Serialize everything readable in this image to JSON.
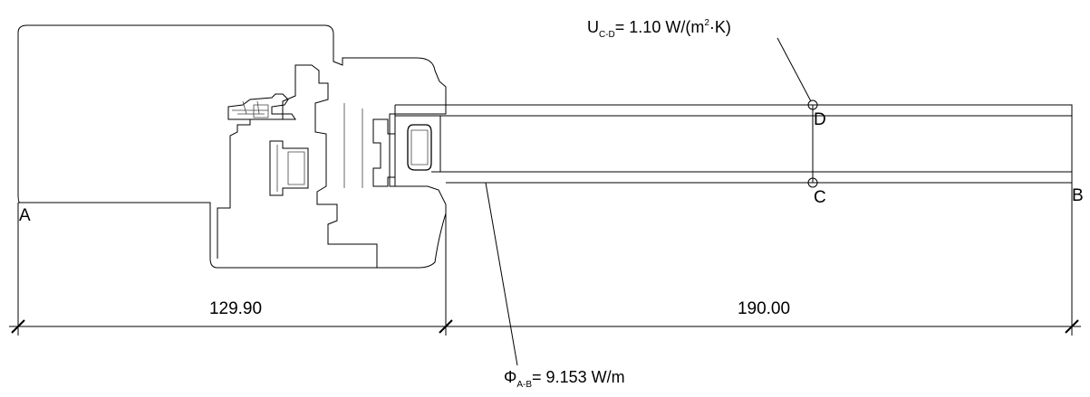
{
  "points": {
    "a": "A",
    "b": "B",
    "c": "C",
    "d": "D"
  },
  "dimensions": {
    "left": "129.90",
    "right": "190.00"
  },
  "u_value": {
    "symbol": "U",
    "subscript": "C-D",
    "text_before_sup": "= 1.10 W/(m",
    "superscript": "2",
    "text_after_sup": "·K)"
  },
  "phi_value": {
    "symbol": "Φ",
    "subscript": "A-B",
    "text": "= 9.153 W/m"
  }
}
